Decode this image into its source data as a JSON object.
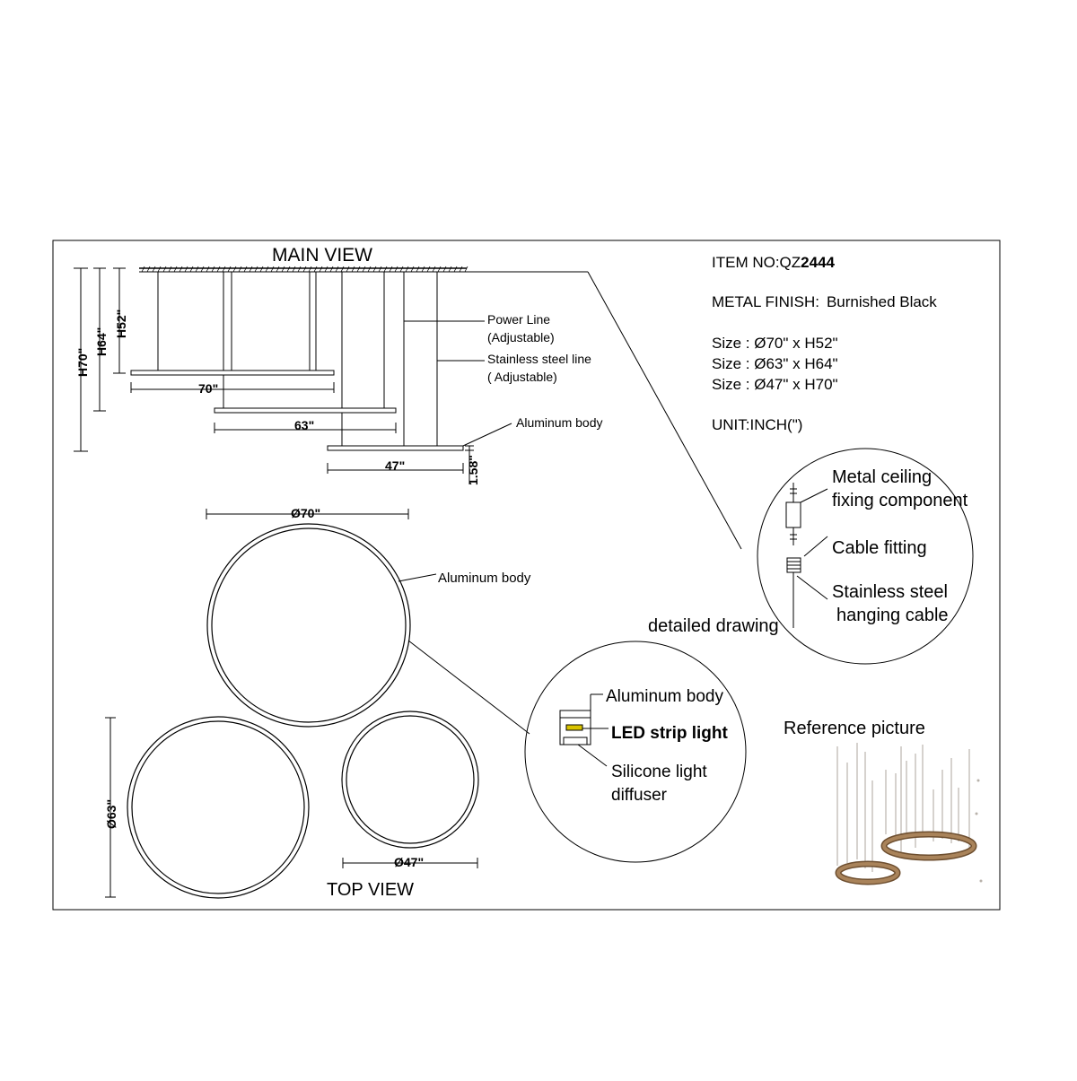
{
  "titles": {
    "main_view": "MAIN VIEW",
    "top_view": "TOP VIEW",
    "detailed_drawing": "detailed  drawing",
    "reference_picture": "Reference picture"
  },
  "specs": {
    "item_no_prefix": "ITEM NO:QZ",
    "item_no_number": "2444",
    "metal_finish_label": "METAL FINISH:",
    "metal_finish_value": "Burnished Black",
    "sizes": [
      "Size : Ø70\" x H52\"",
      "Size : Ø63\" x H64\"",
      "Size : Ø47\" x H70\""
    ],
    "unit": "UNIT:INCH(\")"
  },
  "main_view": {
    "dims": {
      "h70": "H70\"",
      "h64": "H64\"",
      "h52": "H52\"",
      "w70": "70\"",
      "w63": "63\"",
      "w47": "47\"",
      "thickness": "1.58\""
    },
    "labels": {
      "power_line_1": "Power Line",
      "power_line_2": "(Adjustable)",
      "steel_line_1": "Stainless steel line",
      "steel_line_2": "( Adjustable)",
      "aluminum_body": "Aluminum body"
    }
  },
  "top_view": {
    "d70": "Ø70\"",
    "d63": "Ø63\"",
    "d47": "Ø47\"",
    "aluminum_body": "Aluminum body"
  },
  "ceiling_detail": {
    "fixing_1": "Metal ceiling",
    "fixing_2": "fixing component",
    "cable_fitting": "Cable fitting",
    "cable_1": "Stainless steel",
    "cable_2": "hanging cable"
  },
  "profile_detail": {
    "aluminum_body": "Aluminum body",
    "led_strip": "LED strip light",
    "diffuser_1": "Silicone light",
    "diffuser_2": "diffuser"
  },
  "colors": {
    "line": "#000000",
    "ring_bronze": "#a9835a",
    "ring_dark": "#6d4e2f"
  }
}
